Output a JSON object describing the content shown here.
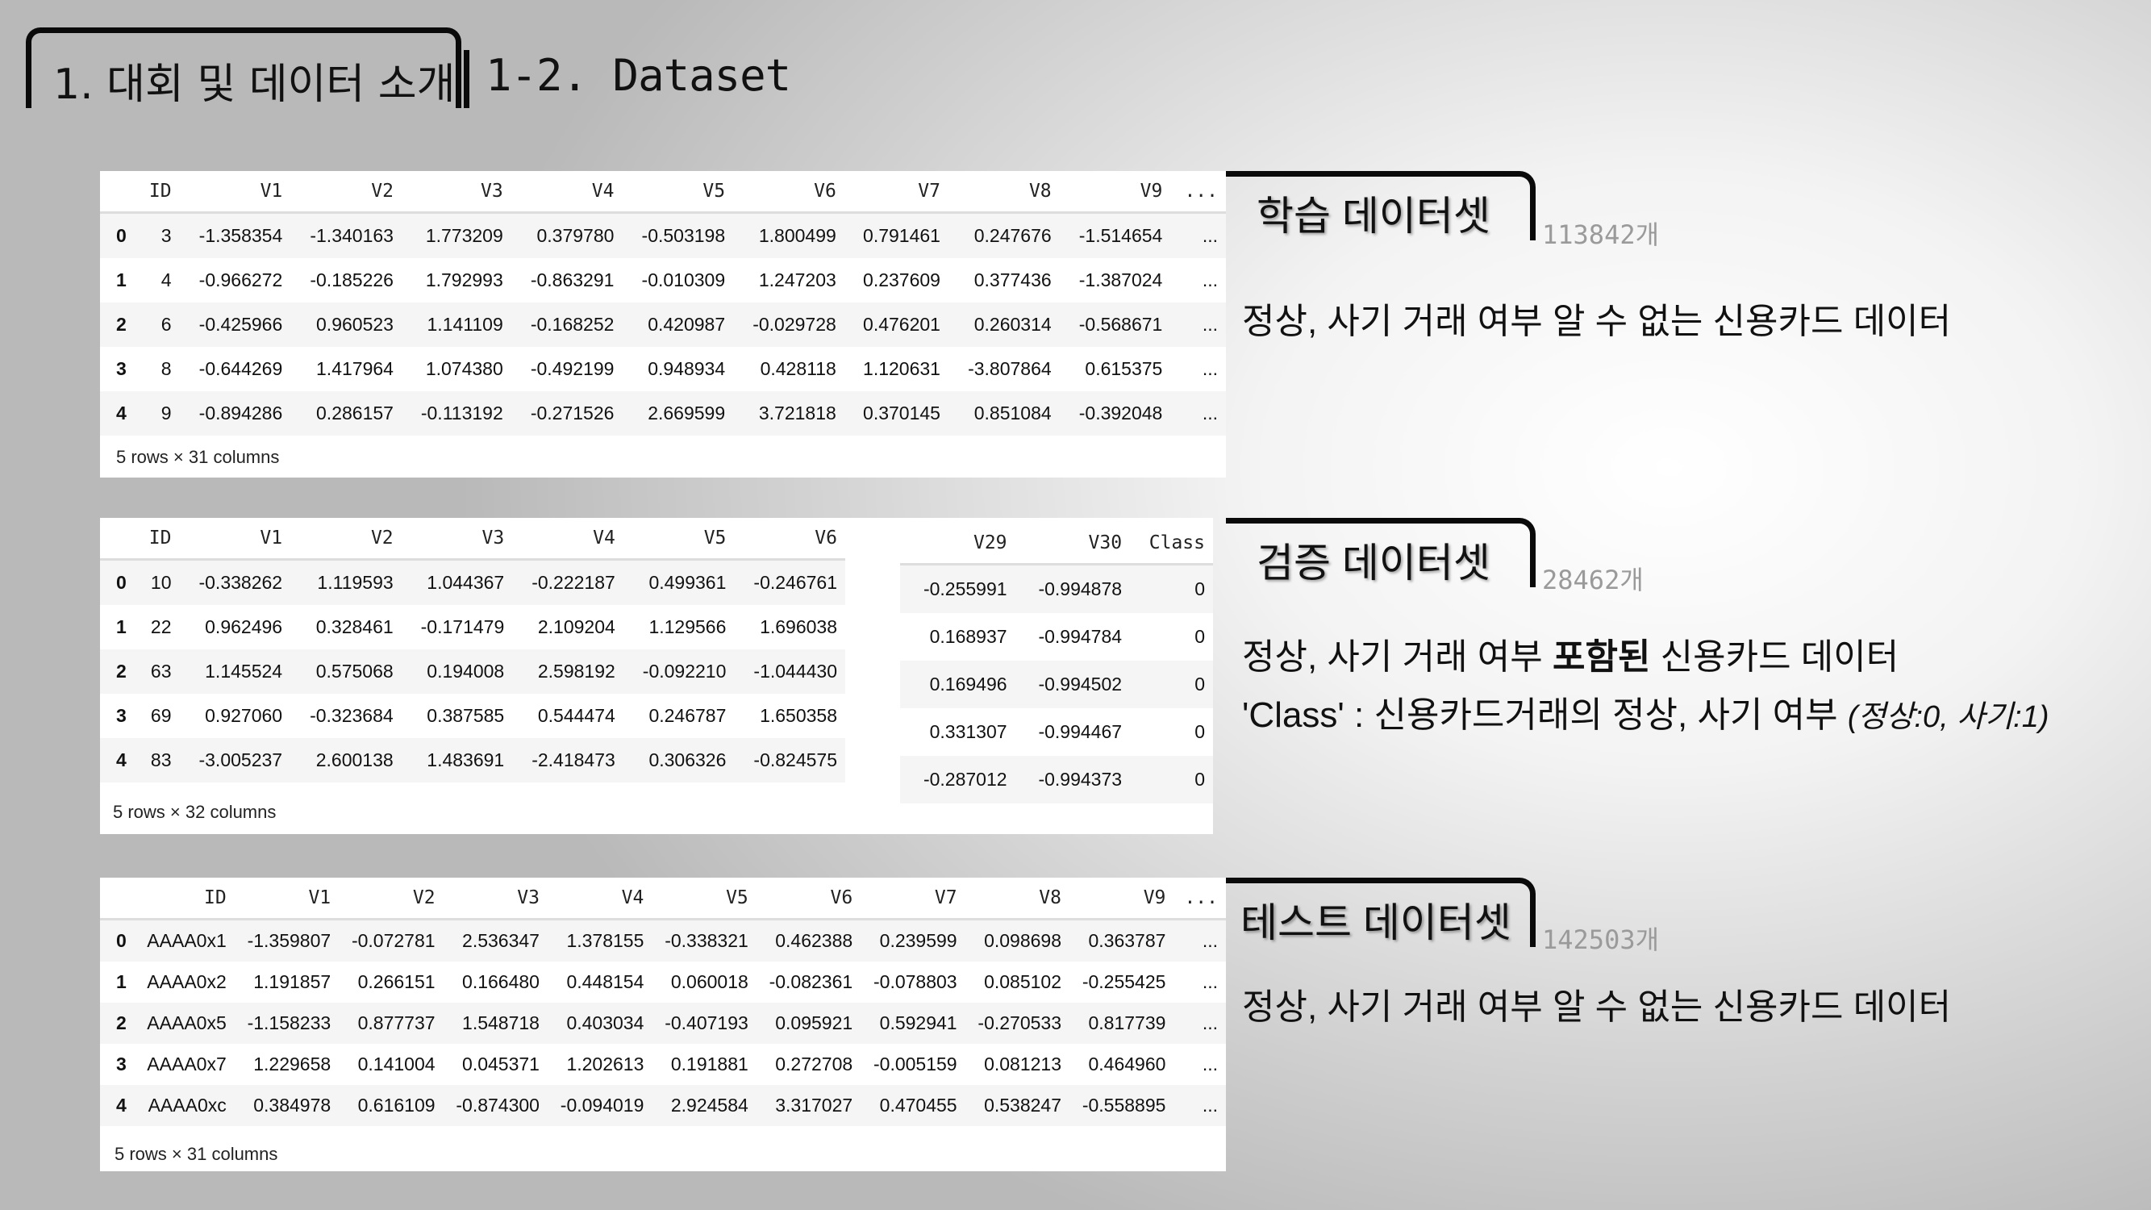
{
  "header": {
    "section_title": "1. 대회 및 데이터 소개",
    "subsection_title": "1-2. Dataset"
  },
  "train": {
    "caption_title": "학습 데이터셋",
    "count": "113842개",
    "description": "정상, 사기 거래 여부 알 수 없는 신용카드 데이터",
    "table": {
      "columns": [
        "",
        "ID",
        "V1",
        "V2",
        "V3",
        "V4",
        "V5",
        "V6",
        "V7",
        "V8",
        "V9",
        "..."
      ],
      "rows": [
        [
          "0",
          "3",
          "-1.358354",
          "-1.340163",
          "1.773209",
          "0.379780",
          "-0.503198",
          "1.800499",
          "0.791461",
          "0.247676",
          "-1.514654",
          "..."
        ],
        [
          "1",
          "4",
          "-0.966272",
          "-0.185226",
          "1.792993",
          "-0.863291",
          "-0.010309",
          "1.247203",
          "0.237609",
          "0.377436",
          "-1.387024",
          "..."
        ],
        [
          "2",
          "6",
          "-0.425966",
          "0.960523",
          "1.141109",
          "-0.168252",
          "0.420987",
          "-0.029728",
          "0.476201",
          "0.260314",
          "-0.568671",
          "..."
        ],
        [
          "3",
          "8",
          "-0.644269",
          "1.417964",
          "1.074380",
          "-0.492199",
          "0.948934",
          "0.428118",
          "1.120631",
          "-3.807864",
          "0.615375",
          "..."
        ],
        [
          "4",
          "9",
          "-0.894286",
          "0.286157",
          "-0.113192",
          "-0.271526",
          "2.669599",
          "3.721818",
          "0.370145",
          "0.851084",
          "-0.392048",
          "..."
        ]
      ],
      "footer": "5 rows × 31 columns"
    }
  },
  "valid": {
    "caption_title": "검증 데이터셋",
    "count": "28462개",
    "description_prefix": "정상, 사기 거래 여부 ",
    "description_bold": "포함된",
    "description_suffix": " 신용카드 데이터",
    "class_note": "'Class' : 신용카드거래의 정상, 사기 여부",
    "class_note_italic": "(정상:0, 사기:1)",
    "table_left": {
      "columns": [
        "",
        "ID",
        "V1",
        "V2",
        "V3",
        "V4",
        "V5",
        "V6"
      ],
      "rows": [
        [
          "0",
          "10",
          "-0.338262",
          "1.119593",
          "1.044367",
          "-0.222187",
          "0.499361",
          "-0.246761"
        ],
        [
          "1",
          "22",
          "0.962496",
          "0.328461",
          "-0.171479",
          "2.109204",
          "1.129566",
          "1.696038"
        ],
        [
          "2",
          "63",
          "1.145524",
          "0.575068",
          "0.194008",
          "2.598192",
          "-0.092210",
          "-1.044430"
        ],
        [
          "3",
          "69",
          "0.927060",
          "-0.323684",
          "0.387585",
          "0.544474",
          "0.246787",
          "1.650358"
        ],
        [
          "4",
          "83",
          "-3.005237",
          "2.600138",
          "1.483691",
          "-2.418473",
          "0.306326",
          "-0.824575"
        ]
      ],
      "footer": "5 rows × 32 columns"
    },
    "table_right": {
      "columns": [
        "V29",
        "V30",
        "Class"
      ],
      "rows": [
        [
          "-0.255991",
          "-0.994878",
          "0"
        ],
        [
          "0.168937",
          "-0.994784",
          "0"
        ],
        [
          "0.169496",
          "-0.994502",
          "0"
        ],
        [
          "0.331307",
          "-0.994467",
          "0"
        ],
        [
          "-0.287012",
          "-0.994373",
          "0"
        ]
      ]
    }
  },
  "test": {
    "caption_title": "테스트 데이터셋",
    "count": "142503개",
    "description": "정상, 사기 거래 여부 알 수 없는 신용카드 데이터",
    "table": {
      "columns": [
        "",
        "ID",
        "V1",
        "V2",
        "V3",
        "V4",
        "V5",
        "V6",
        "V7",
        "V8",
        "V9",
        "..."
      ],
      "rows": [
        [
          "0",
          "AAAA0x1",
          "-1.359807",
          "-0.072781",
          "2.536347",
          "1.378155",
          "-0.338321",
          "0.462388",
          "0.239599",
          "0.098698",
          "0.363787",
          "..."
        ],
        [
          "1",
          "AAAA0x2",
          "1.191857",
          "0.266151",
          "0.166480",
          "0.448154",
          "0.060018",
          "-0.082361",
          "-0.078803",
          "0.085102",
          "-0.255425",
          "..."
        ],
        [
          "2",
          "AAAA0x5",
          "-1.158233",
          "0.877737",
          "1.548718",
          "0.403034",
          "-0.407193",
          "0.095921",
          "0.592941",
          "-0.270533",
          "0.817739",
          "..."
        ],
        [
          "3",
          "AAAA0x7",
          "1.229658",
          "0.141004",
          "0.045371",
          "1.202613",
          "0.191881",
          "0.272708",
          "-0.005159",
          "0.081213",
          "0.464960",
          "..."
        ],
        [
          "4",
          "AAAA0xc",
          "0.384978",
          "0.616109",
          "-0.874300",
          "-0.094019",
          "2.924584",
          "3.317027",
          "0.470455",
          "0.538247",
          "-0.558895",
          "..."
        ]
      ],
      "footer": "5 rows × 31 columns"
    }
  }
}
